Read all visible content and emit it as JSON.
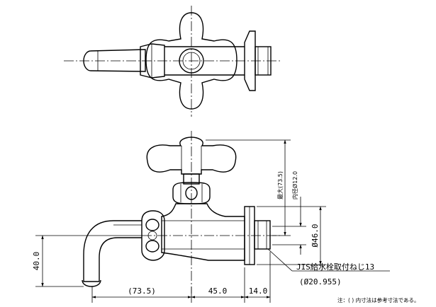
{
  "dimensions": {
    "spout_width": "(73.5)",
    "body_width": "45.0",
    "flange_width": "14.0",
    "spout_height": "40.0",
    "max_height": "最大(73.5)",
    "inner_diameter": "内径Ø12.0",
    "flange_diameter": "Ø46.0"
  },
  "callout": {
    "thread_spec": "JIS給水栓取付ねじ13",
    "thread_diameter": "(Ø20.955)"
  },
  "note": "注：( ) 内寸法は参考寸法である。"
}
